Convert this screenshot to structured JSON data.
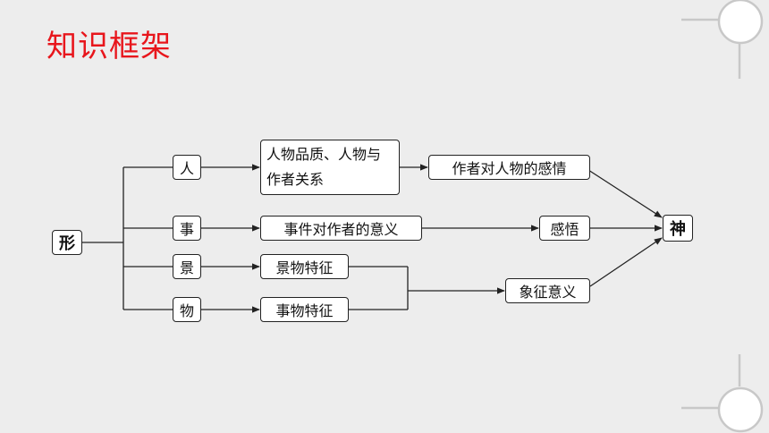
{
  "title": "知识框架",
  "diagram": {
    "root": "形",
    "target": "神",
    "categories": [
      "人",
      "事",
      "景",
      "物"
    ],
    "middle": [
      "人物品质、人物与作者关系",
      "事件对作者的意义",
      "景物特征",
      "事物特征"
    ],
    "outcomes": [
      "作者对人物的感情",
      "感悟",
      "象征意义"
    ]
  },
  "colors": {
    "title": "#e8161c",
    "background": "#ededed",
    "line": "#222222",
    "deco": "#c8c8c8"
  }
}
